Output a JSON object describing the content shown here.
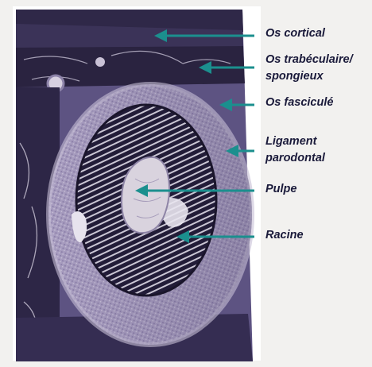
{
  "labels": {
    "os_cortical": "Os cortical",
    "os_trabeculaire_line1": "Os trabéculaire/",
    "os_trabeculaire_line2": "spongieux",
    "os_fasciculé": "Os fasciculé",
    "ligament_line1": "Ligament",
    "ligament_line2": "parodontal",
    "pulpe": "Pulpe",
    "racine": "Racine"
  },
  "colors": {
    "arrow": "#1b8f8e",
    "label_text": "#1a1a3a",
    "page_background": "#f2f1ef",
    "bone_dark": "#2a2340",
    "tissue_purple": "#7d6f9c",
    "ring_light": "#b9b0cb",
    "root_dark": "#1f1a33",
    "pulp_light": "#d8d2dc"
  }
}
